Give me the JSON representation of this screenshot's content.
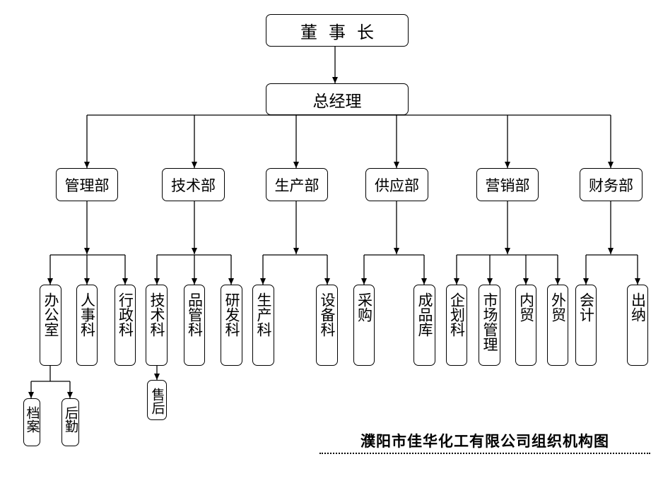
{
  "chart": {
    "top": "董事长",
    "gm": "总经理",
    "departments": {
      "guanli": "管理部",
      "jishu": "技术部",
      "shengchan": "生产部",
      "gongying": "供应部",
      "yingxiao": "营销部",
      "caiwu": "财务部"
    },
    "sections": {
      "bangongshi": "办公室",
      "renshi": "人事科",
      "xingzheng": "行政科",
      "jishuke": "技术科",
      "pinguan": "品管科",
      "yanfa": "研发科",
      "shengchanke": "生产科",
      "shebei": "设备科",
      "caigou": "采购",
      "chengpinku": "成品库",
      "qihua": "企划科",
      "shichang": "市场管理",
      "neimao": "内贸",
      "waimao": "外贸",
      "kuaiji": "会计",
      "chuna": "出纳"
    },
    "sub_sections": {
      "dangan": "档案",
      "houqin": "后勤",
      "shouhou": "售后"
    }
  },
  "footer": {
    "title": "濮阳市佳华化工有限公司组织机构图"
  }
}
